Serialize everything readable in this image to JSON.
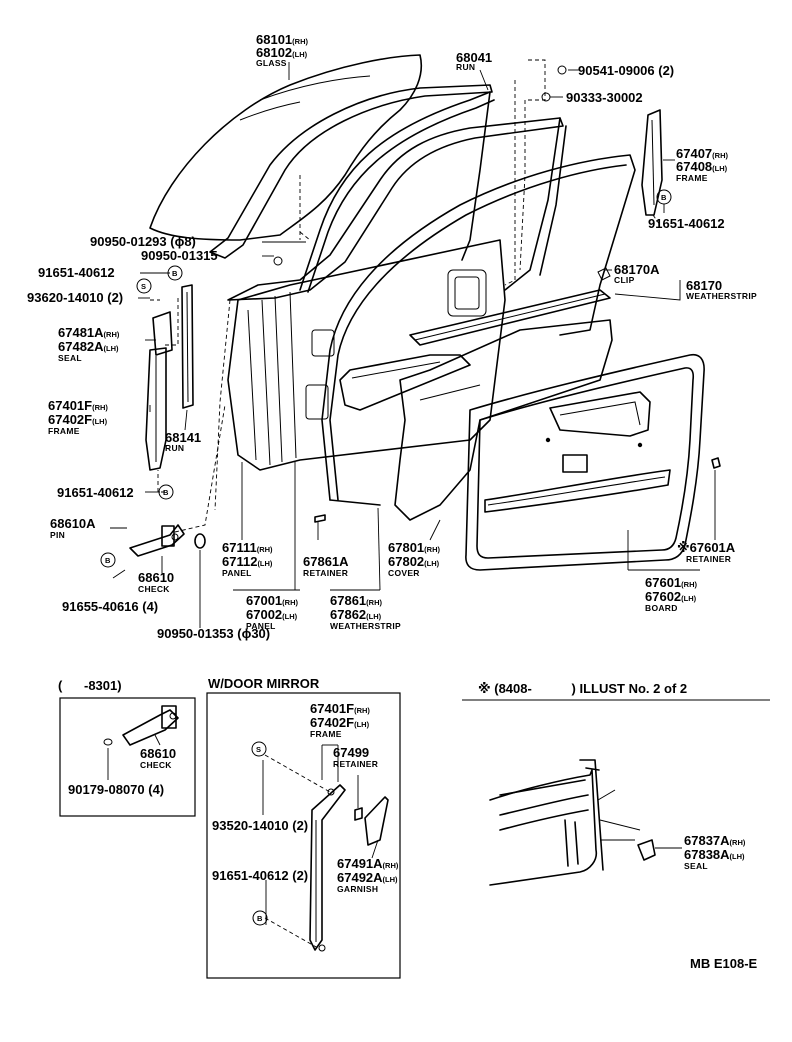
{
  "diagram_code": "MB E108-E",
  "section_headers": {
    "prior": "(      -8301)",
    "mirror": "W/DOOR MIRROR",
    "illust": "※ (8408-           ) ILLUST No. 2 of 2"
  },
  "callouts": {
    "glass": {
      "no1": "68101",
      "s1": "(RH)",
      "no2": "68102",
      "s2": "(LH)",
      "cap": "GLASS"
    },
    "run_top": {
      "no": "68041",
      "cap": "RUN"
    },
    "clip_a": {
      "no": "90541-09006 (2)"
    },
    "clip_b": {
      "no": "90333-30002"
    },
    "frame_rear": {
      "no1": "67407",
      "s1": "(RH)",
      "no2": "67408",
      "s2": "(LH)",
      "cap": "FRAME"
    },
    "bolt_rear": {
      "no": "91651-40612",
      "mark": "B"
    },
    "bolt_8": {
      "no": "90950-01293 (ϕ8)"
    },
    "plug_1315": {
      "no": "90950-01315"
    },
    "bolt_front": {
      "no": "91651-40612",
      "mark": "B"
    },
    "screw_front": {
      "no": "93620-14010 (2)",
      "mark": "S"
    },
    "clip_ws": {
      "no": "68170A",
      "cap": "CLIP"
    },
    "weatherstrip_belt": {
      "no": "68170",
      "cap": "WEATHERSTRIP"
    },
    "seal": {
      "no1": "67481A",
      "s1": "(RH)",
      "no2": "67482A",
      "s2": "(LH)",
      "cap": "SEAL"
    },
    "frame_front": {
      "no1": "67401F",
      "s1": "(RH)",
      "no2": "67402F",
      "s2": "(LH)",
      "cap": "FRAME"
    },
    "run_lower": {
      "no": "68141",
      "cap": "RUN"
    },
    "bolt_lower": {
      "no": "91651-40612",
      "mark": "B"
    },
    "pin": {
      "no": "68610A",
      "cap": "PIN"
    },
    "check": {
      "no": "68610",
      "cap": "CHECK"
    },
    "bolt_check": {
      "no": "91655-40616 (4)",
      "mark": "B"
    },
    "plug_30": {
      "no": "90950-01353 (ϕ30)"
    },
    "panel_outer": {
      "no1": "67111",
      "s1": "(RH)",
      "no2": "67112",
      "s2": "(LH)",
      "cap": "PANEL"
    },
    "retainer_a": {
      "no": "67861A",
      "cap": "RETAINER"
    },
    "cover": {
      "no1": "67801",
      "s1": "(RH)",
      "no2": "67802",
      "s2": "(LH)",
      "cap": "COVER"
    },
    "retainer_b": {
      "no": "※67601A",
      "cap": "RETAINER"
    },
    "panel_inner": {
      "no1": "67001",
      "s1": "(RH)",
      "no2": "67002",
      "s2": "(LH)",
      "cap": "PANEL"
    },
    "weatherstrip_door": {
      "no1": "67861",
      "s1": "(RH)",
      "no2": "67862",
      "s2": "(LH)",
      "cap": "WEATHERSTRIP"
    },
    "board": {
      "no1": "67601",
      "s1": "(RH)",
      "no2": "67602",
      "s2": "(LH)",
      "cap": "BOARD"
    },
    "check_old": {
      "no": "68610",
      "cap": "CHECK"
    },
    "bolt_old": {
      "no": "90179-08070 (4)"
    },
    "mirror_frame": {
      "no1": "67401F",
      "s1": "(RH)",
      "no2": "67402F",
      "s2": "(LH)",
      "cap": "FRAME"
    },
    "mirror_retainer": {
      "no": "67499",
      "cap": "RETAINER"
    },
    "mirror_screw": {
      "no": "93520-14010 (2)",
      "mark": "S"
    },
    "mirror_bolt": {
      "no": "91651-40612 (2)",
      "mark": "B"
    },
    "garnish": {
      "no1": "67491A",
      "s1": "(RH)",
      "no2": "67492A",
      "s2": "(LH)",
      "cap": "GARNISH"
    },
    "seal_new": {
      "no1": "67837A",
      "s1": "(RH)",
      "no2": "67838A",
      "s2": "(LH)",
      "cap": "SEAL"
    }
  }
}
